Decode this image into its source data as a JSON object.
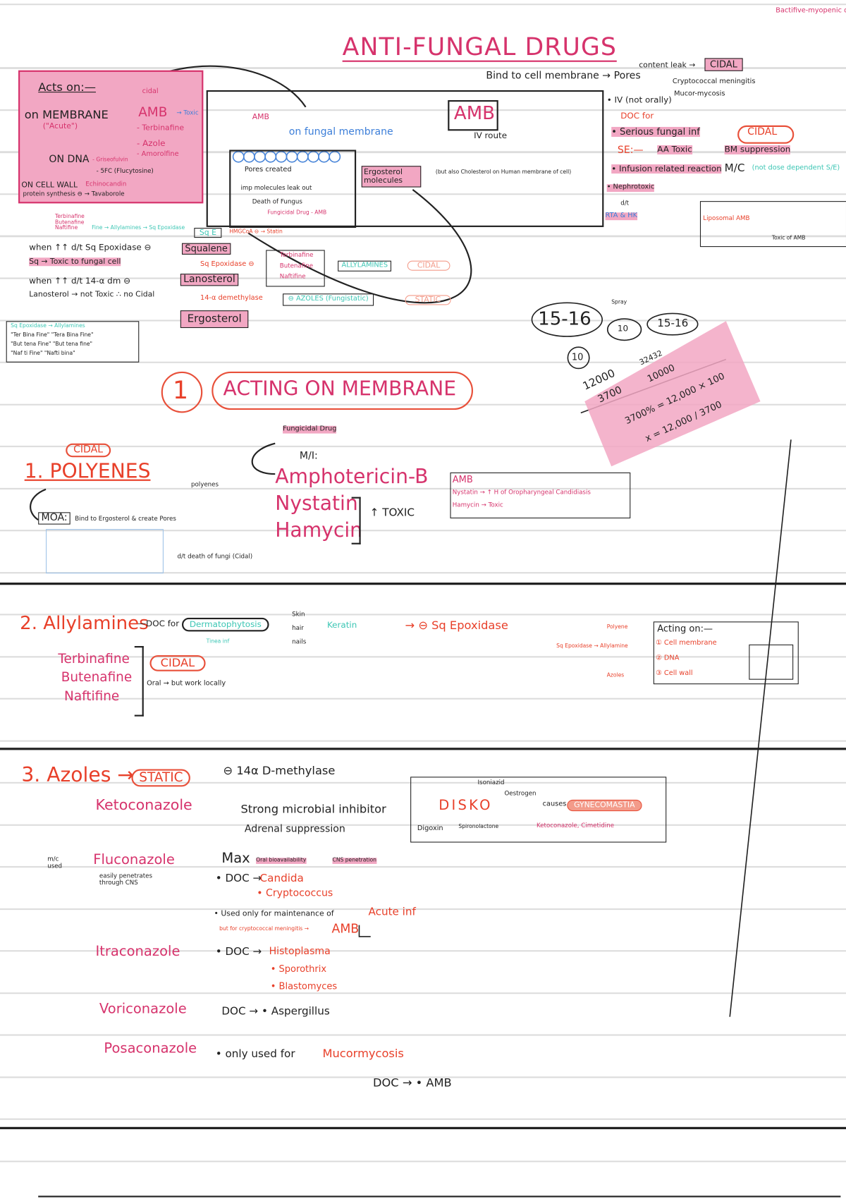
{
  "corner_note": "Bactifive-myopenic drug",
  "title": "ANTI-FUNGAL DRUGS",
  "acts_on": {
    "heading": "Acts on:—",
    "membrane": "on MEMBRANE",
    "membrane_sub": "(\"Acute\")",
    "cidal": "cidal",
    "amb": "AMB",
    "amb_note": "→ Toxic",
    "terbinafine": "- Terbinafine",
    "azole": "- Azole",
    "amorolfine": "- Amorolfine",
    "on_dna": "ON DNA",
    "griseofulvin": "- Griseofulvin",
    "fc": "- 5FC (Flucytosine)",
    "cell_wall": "ON CELL WALL",
    "echinocandin": "Echinocandin",
    "protein": "protein synthesis ⊖ → Tavaborole"
  },
  "diagram": {
    "amb_label": "AMB",
    "on_membrane": "on fungal membrane",
    "pores": "Pores created",
    "leak": "imp molecules leak out",
    "death": "Death of Fungus",
    "fungicidal": "Fungicidal Drug - AMB",
    "ergosterol_box": "Ergosterol molecules",
    "cholesterol_note": "(but also Cholesterol on Human membrane of cell)",
    "amb_main": "AMB",
    "iv_route": "IV route",
    "bind": "Bind to cell membrane → Pores",
    "content_leak": "content leak →",
    "cidal_top": "CIDAL",
    "crypto_note": "Cryptococcal meningitis",
    "mucor": "Mucor-mycosis"
  },
  "amb_points": {
    "iv": "• IV (not orally)",
    "doc": "DOC for",
    "serious": "• Serious fungal inf",
    "cidal": "CIDAL",
    "se": "SE:—",
    "toxic": "AA Toxic",
    "bm": "BM suppression",
    "infusion": "• Infusion related reaction",
    "mc": "M/C",
    "mc_note": "(not dose dependent S/E)",
    "nephro": "• Nephrotoxic",
    "rta": "RTA & HK",
    "dt": "d/t",
    "liposomal": "Liposomal AMB",
    "toxic_amb": "Toxic of AMB"
  },
  "pathway": {
    "sources": "Terbinafine Butenafine Naftifine",
    "fine": "Fine → Allylamines → Sq Epoxidase",
    "sq_e": "Sq E",
    "hmgcoa": "HMGCoA ⊖ → Statin",
    "squalene": "Squalene",
    "sq_epox": "Sq Epoxidase ⊖",
    "lanosterol": "Lanosterol",
    "demethylase": "14-α demethylase",
    "ergosterol": "Ergosterol",
    "allyl_list": [
      "Terbinafine",
      "Butenafine",
      "Naftifine"
    ],
    "allylamines": "ALLYLAMINES",
    "cidal": "CIDAL",
    "azoles": "⊖ AZOLES (Fungistatic)",
    "static": "STATIC",
    "when1": "when ↑↑ d/t Sq Epoxidase ⊖",
    "sq_toxic": "Sq → Toxic to fungal cell",
    "when2": "when ↑↑ d/t 14-α dm ⊖",
    "lano_toxic": "Lanosterol → not Toxic ∴ no Cidal",
    "mnemonic": [
      "Sq Epoxidase → Allylamines",
      "\"Ter Bina Fine\"  \"Tera Bina Fine\"",
      "\"But tena Fine\"  \"But tena fine\"",
      "\"Naf ti Fine\"  \"Nafti bina\""
    ]
  },
  "scratch": {
    "a": "15-16",
    "b": "Spray",
    "c": "10",
    "d": "15-16",
    "e": "10",
    "f": "12000",
    "g": "3700",
    "h": "32432",
    "i": "10000",
    "j": "3700% = 12,000 × 100",
    "k": "x = 12,000 / 3700"
  },
  "section1": {
    "num": "1",
    "title": "ACTING ON MEMBRANE",
    "cidal": "CIDAL",
    "polyenes": "1. POLYENES",
    "polyenes_small": "polyenes",
    "fungicidal": "Fungicidal Drug",
    "mi": "M/I:",
    "drugs": [
      "Amphotericin-B",
      "Nystatin",
      "Hamycin"
    ],
    "toxic": "↑ TOXIC",
    "moa": "MOA:",
    "moa_text": "Bind to Ergosterol & create Pores",
    "death": "d/t death of fungi (Cidal)",
    "note_box": [
      "AMB",
      "Nystatin → ↑ H of Oropharyngeal Candidiasis",
      "Hamycin → Toxic"
    ]
  },
  "section2": {
    "title": "2. Allylamines",
    "doc": "—DOC for",
    "derm": "Dermatophytosis",
    "tinea": "Tinea inf",
    "sites": [
      "Skin",
      "hair",
      "nails"
    ],
    "keratin": "Keratin",
    "sq": "→ ⊖ Sq Epoxidase",
    "drugs": [
      "Terbinafine",
      "Butenafine",
      "Naftifine"
    ],
    "cidal": "CIDAL",
    "oral": "Oral → but work locally",
    "polyene": "Polyene",
    "sq_allyl": "Sq Epoxidase → Allylamine",
    "azoles": "Azoles",
    "acting": "Acting on:—",
    "acting_list": [
      "① Cell membrane",
      "② DNA",
      "③ Cell wall"
    ]
  },
  "section3": {
    "title": "3. Azoles →",
    "static": "STATIC",
    "enzyme": "⊖ 14α D-methylase",
    "keto": "Ketoconazole",
    "keto_notes": [
      "Strong microbial inhibitor",
      "Adrenal suppression"
    ],
    "disko": "DISKO",
    "isoniazid": "Isoniazid",
    "oestrogen": "Oestrogen",
    "causes": "causes",
    "gyneco": "GYNECOMASTIA",
    "digoxin": "Digoxin",
    "spironolactone": "Spironolactone",
    "keto_cim": "Ketoconazole, Cimetidine",
    "mc_used": "m/c used",
    "fluco": "Fluconazole",
    "fluco_note": "easily penetrates through CNS",
    "max": "Max",
    "oral_bio": "Oral bioavailability",
    "cns": "CNS penetration",
    "doc": "• DOC →",
    "candida": "Candida",
    "crypto": "• Cryptococcus",
    "used_only": "• Used only for maintenance of",
    "acute": "Acute inf",
    "but_for": "but for cryptococcal meningitis →",
    "amb": "AMB",
    "itra": "Itraconazole",
    "itra_list": [
      "Histoplasma",
      "• Sporothrix",
      "• Blastomyces"
    ],
    "vori": "Voriconazole",
    "vori_doc": "DOC → • Aspergillus",
    "posa": "Posaconazole",
    "posa_note": "• only used for",
    "mucor": "Mucormycosis",
    "posa_doc": "DOC → • AMB"
  }
}
